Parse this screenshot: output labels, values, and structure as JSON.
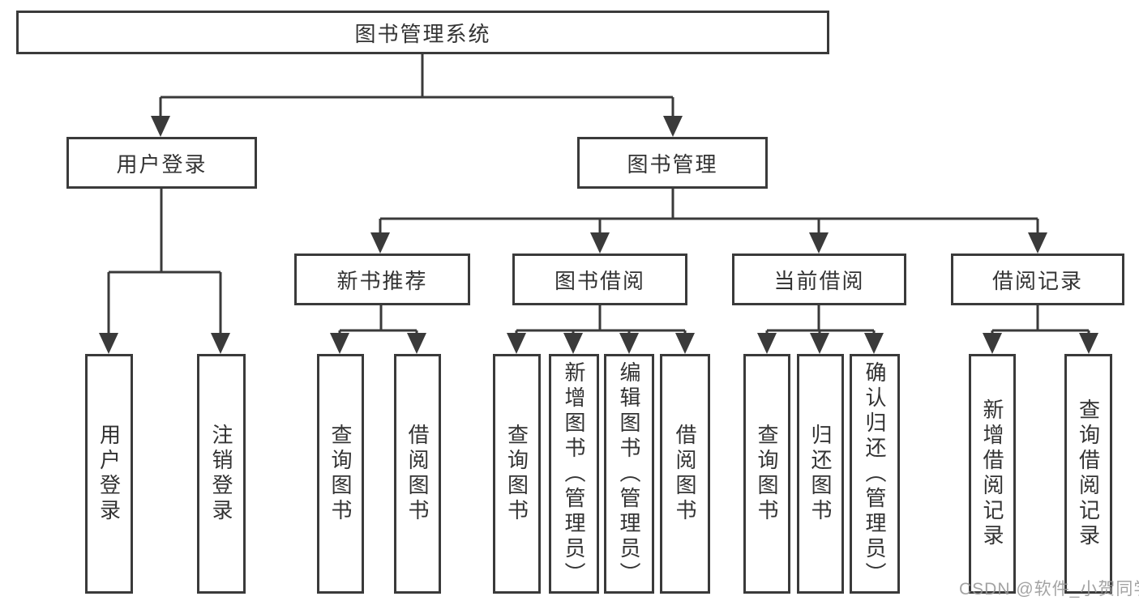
{
  "tree": {
    "root": {
      "label": "图书管理系统"
    },
    "level2": [
      {
        "label": "用户登录",
        "leaves": [
          "用户登录",
          "注销登录"
        ]
      },
      {
        "label": "图书管理",
        "groups": [
          {
            "label": "新书推荐",
            "leaves": [
              "查询图书",
              "借阅图书"
            ]
          },
          {
            "label": "图书借阅",
            "leaves": [
              "查询图书",
              "新增图书（管理员）",
              "编辑图书（管理员）",
              "借阅图书"
            ]
          },
          {
            "label": "当前借阅",
            "leaves": [
              "查询图书",
              "归还图书",
              "确认归还（管理员）"
            ]
          },
          {
            "label": "借阅记录",
            "leaves": [
              "新增借阅记录",
              "查询借阅记录"
            ]
          }
        ]
      }
    ]
  },
  "watermark": {
    "text": "CSDN @软件_小贺同学"
  },
  "colors": {
    "line": "#3a3a3a",
    "box_border": "#3a3a3a",
    "box_background": "#ffffff",
    "text": "#333333",
    "watermark": "#969696",
    "page_background": "#ffffff"
  }
}
